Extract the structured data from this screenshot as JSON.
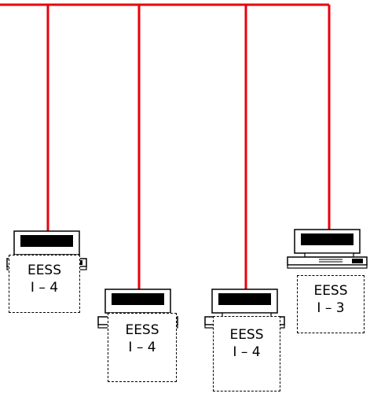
{
  "network": {
    "bus_color": "#e8000d",
    "computer_color": "#000000"
  },
  "terminals": [
    {
      "line1": "EESS",
      "line2": "I – 4"
    },
    {
      "line1": "EESS",
      "line2": "I – 4"
    },
    {
      "line1": "EESS",
      "line2": "I – 4"
    },
    {
      "line1": "EESS",
      "line2": "I – 3"
    }
  ]
}
